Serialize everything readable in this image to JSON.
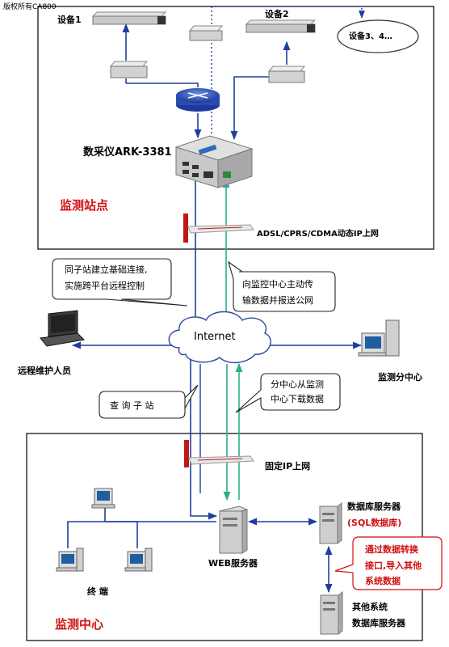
{
  "watermark": "版权所有CA800",
  "station": {
    "title": "监测站点",
    "device1": "设备1",
    "device2": "设备2",
    "devices_more": "设备3、4…",
    "collector": "数采仪ARK-3381",
    "uplink": "ADSL/CPRS/CDMA动态IP上网"
  },
  "internet": "Internet",
  "callouts": {
    "same_station": [
      "同子站建立基础连接,",
      "实施跨平台远程控制"
    ],
    "push_data": [
      "向监控中心主动传",
      "输数据并报送公网"
    ],
    "query": "查 询 子 站",
    "sub_download": [
      "分中心从监测",
      "中心下载数据"
    ]
  },
  "remote": "远程维护人员",
  "sub_center": "监测分中心",
  "center": {
    "title": "监测中心",
    "fixed_ip": "固定IP上网",
    "web": "WEB服务器",
    "db_server": "数据库服务器",
    "db_sql": "(SQL数据库)",
    "convert": [
      "通过数据转换",
      "接口,导入其他",
      "系统数据"
    ],
    "other_system": [
      "其他系统",
      "数据库服务器"
    ],
    "terminal": "终  端"
  }
}
